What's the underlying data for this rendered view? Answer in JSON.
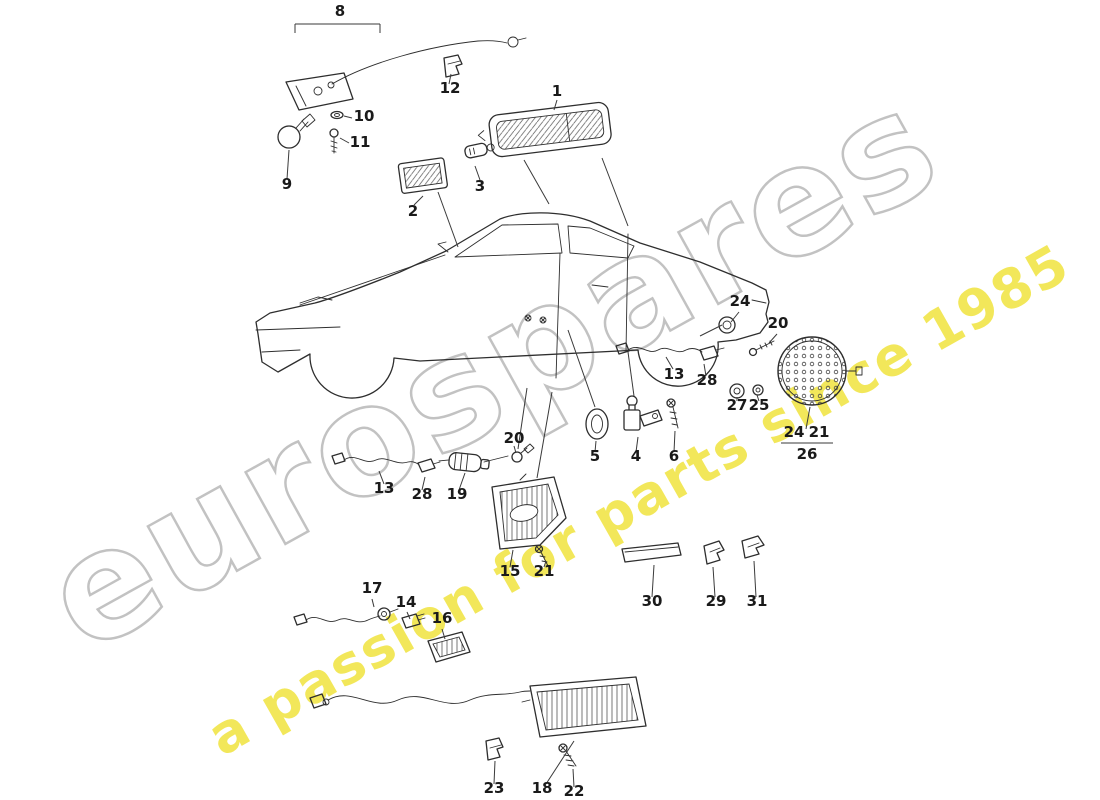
{
  "watermark": {
    "brand": "eurospares",
    "tagline": "a passion for parts since 1985",
    "brand_color": "#c2c2c2",
    "tagline_color": "#efe232"
  },
  "labels": [
    "8",
    "12",
    "10",
    "11",
    "9",
    "2",
    "3",
    "1",
    "24",
    "20",
    "13",
    "28",
    "27",
    "25",
    "24",
    "21",
    "26",
    "5",
    "4",
    "6",
    "20",
    "13",
    "28",
    "19",
    "15",
    "21",
    "30",
    "29",
    "31",
    "17",
    "14",
    "16",
    "23",
    "18",
    "22"
  ]
}
